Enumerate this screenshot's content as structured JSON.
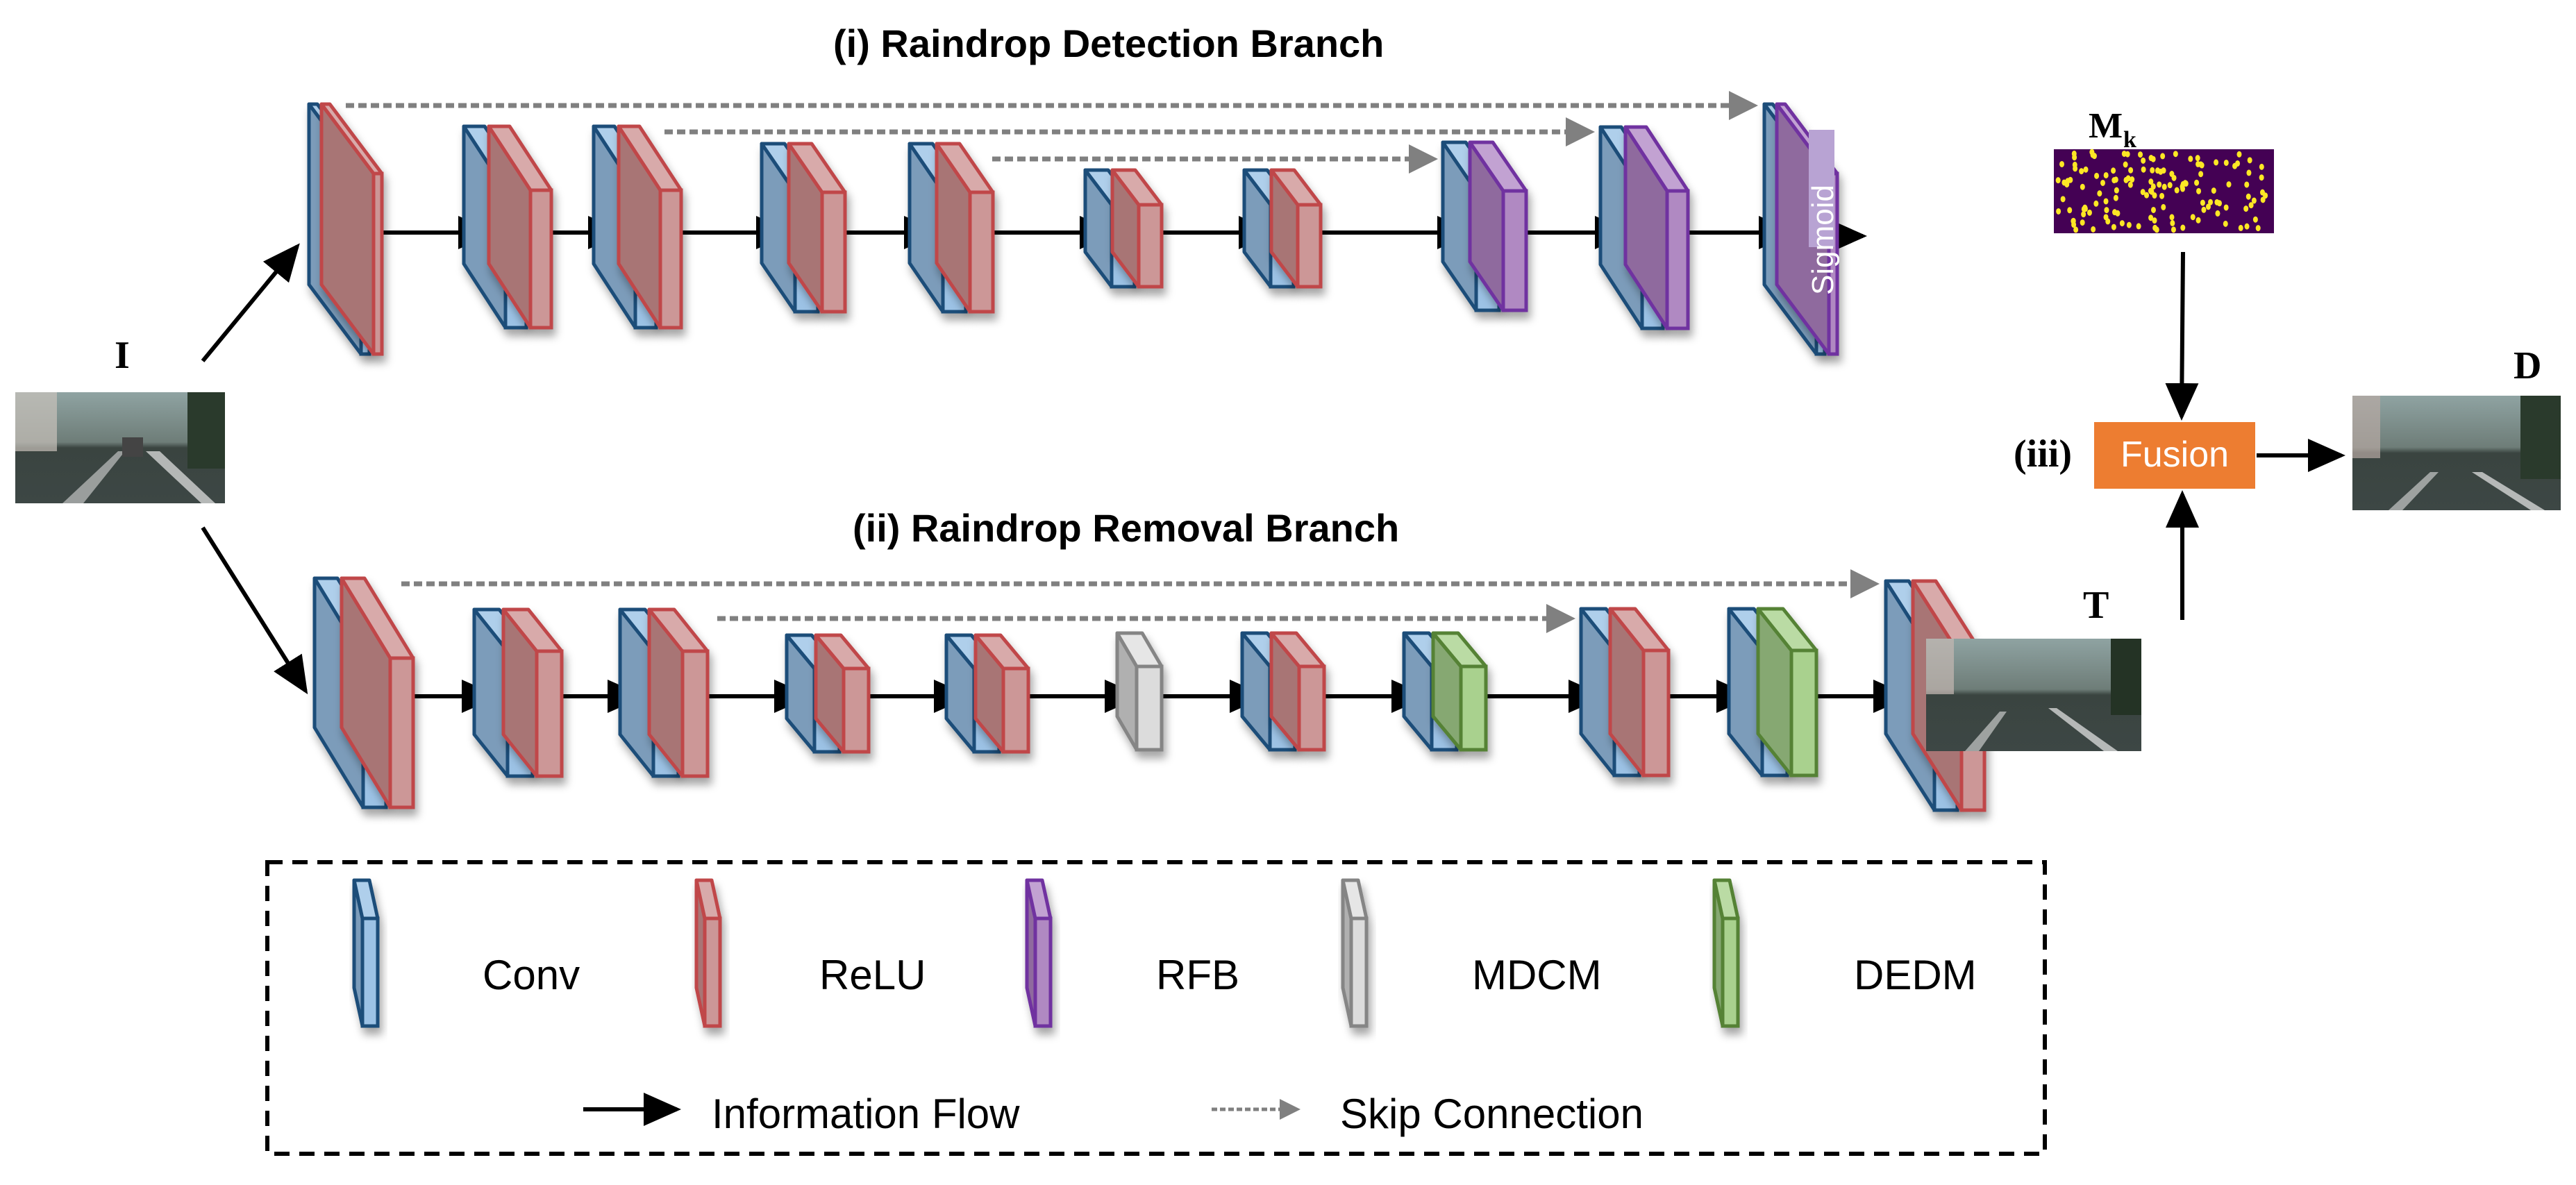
{
  "titles": {
    "detection_branch": "(i) Raindrop Detection Branch",
    "removal_branch": "(ii) Raindrop Removal Branch",
    "fusion_label": "(iii)"
  },
  "symbols": {
    "input": "I",
    "mask": "M",
    "mask_sub": "k",
    "transmission": "T",
    "output": "D"
  },
  "blocks": {
    "sigmoid": "Sigmoid",
    "fusion": "Fusion"
  },
  "colors": {
    "conv": "#9cc2e5",
    "conv_dark": "#7b9cba",
    "conv_border": "#1f4e79",
    "relu": "#cc9797",
    "relu_border": "#c0474a",
    "rfb": "#b089c2",
    "rfb_border": "#7030a0",
    "mdcm": "#dcdcdc",
    "mdcm_border": "#858585",
    "dedm": "#a9d18e",
    "dedm_border": "#548235",
    "sigmoid": "#b8a3d3",
    "fusion": "#ed7d31",
    "mask_bg": "#440154",
    "mask_drop": "#fde725",
    "skip": "#808080"
  },
  "detection_layers": [
    [
      "conv",
      "relu"
    ],
    [
      "conv",
      "relu"
    ],
    [
      "conv",
      "relu"
    ],
    [
      "conv",
      "relu"
    ],
    [
      "conv",
      "relu"
    ],
    [
      "conv",
      "relu"
    ],
    [
      "conv",
      "relu"
    ],
    [
      "conv",
      "rfb"
    ],
    [
      "conv",
      "rfb"
    ],
    [
      "conv",
      "rfb"
    ]
  ],
  "removal_layers": [
    [
      "conv",
      "relu"
    ],
    [
      "conv",
      "relu"
    ],
    [
      "conv",
      "relu"
    ],
    [
      "conv",
      "relu"
    ],
    [
      "conv",
      "relu"
    ],
    [
      "mdcm"
    ],
    [
      "conv",
      "relu"
    ],
    [
      "conv",
      "dedm"
    ],
    [
      "conv",
      "relu"
    ],
    [
      "conv",
      "dedm"
    ],
    [
      "conv",
      "relu"
    ]
  ],
  "legend": {
    "items": [
      {
        "type": "conv",
        "label": "Conv"
      },
      {
        "type": "relu",
        "label": "ReLU"
      },
      {
        "type": "rfb",
        "label": "RFB"
      },
      {
        "type": "mdcm",
        "label": "MDCM"
      },
      {
        "type": "dedm",
        "label": "DEDM"
      }
    ],
    "information_flow": "Information Flow",
    "skip_connection": "Skip Connection"
  }
}
